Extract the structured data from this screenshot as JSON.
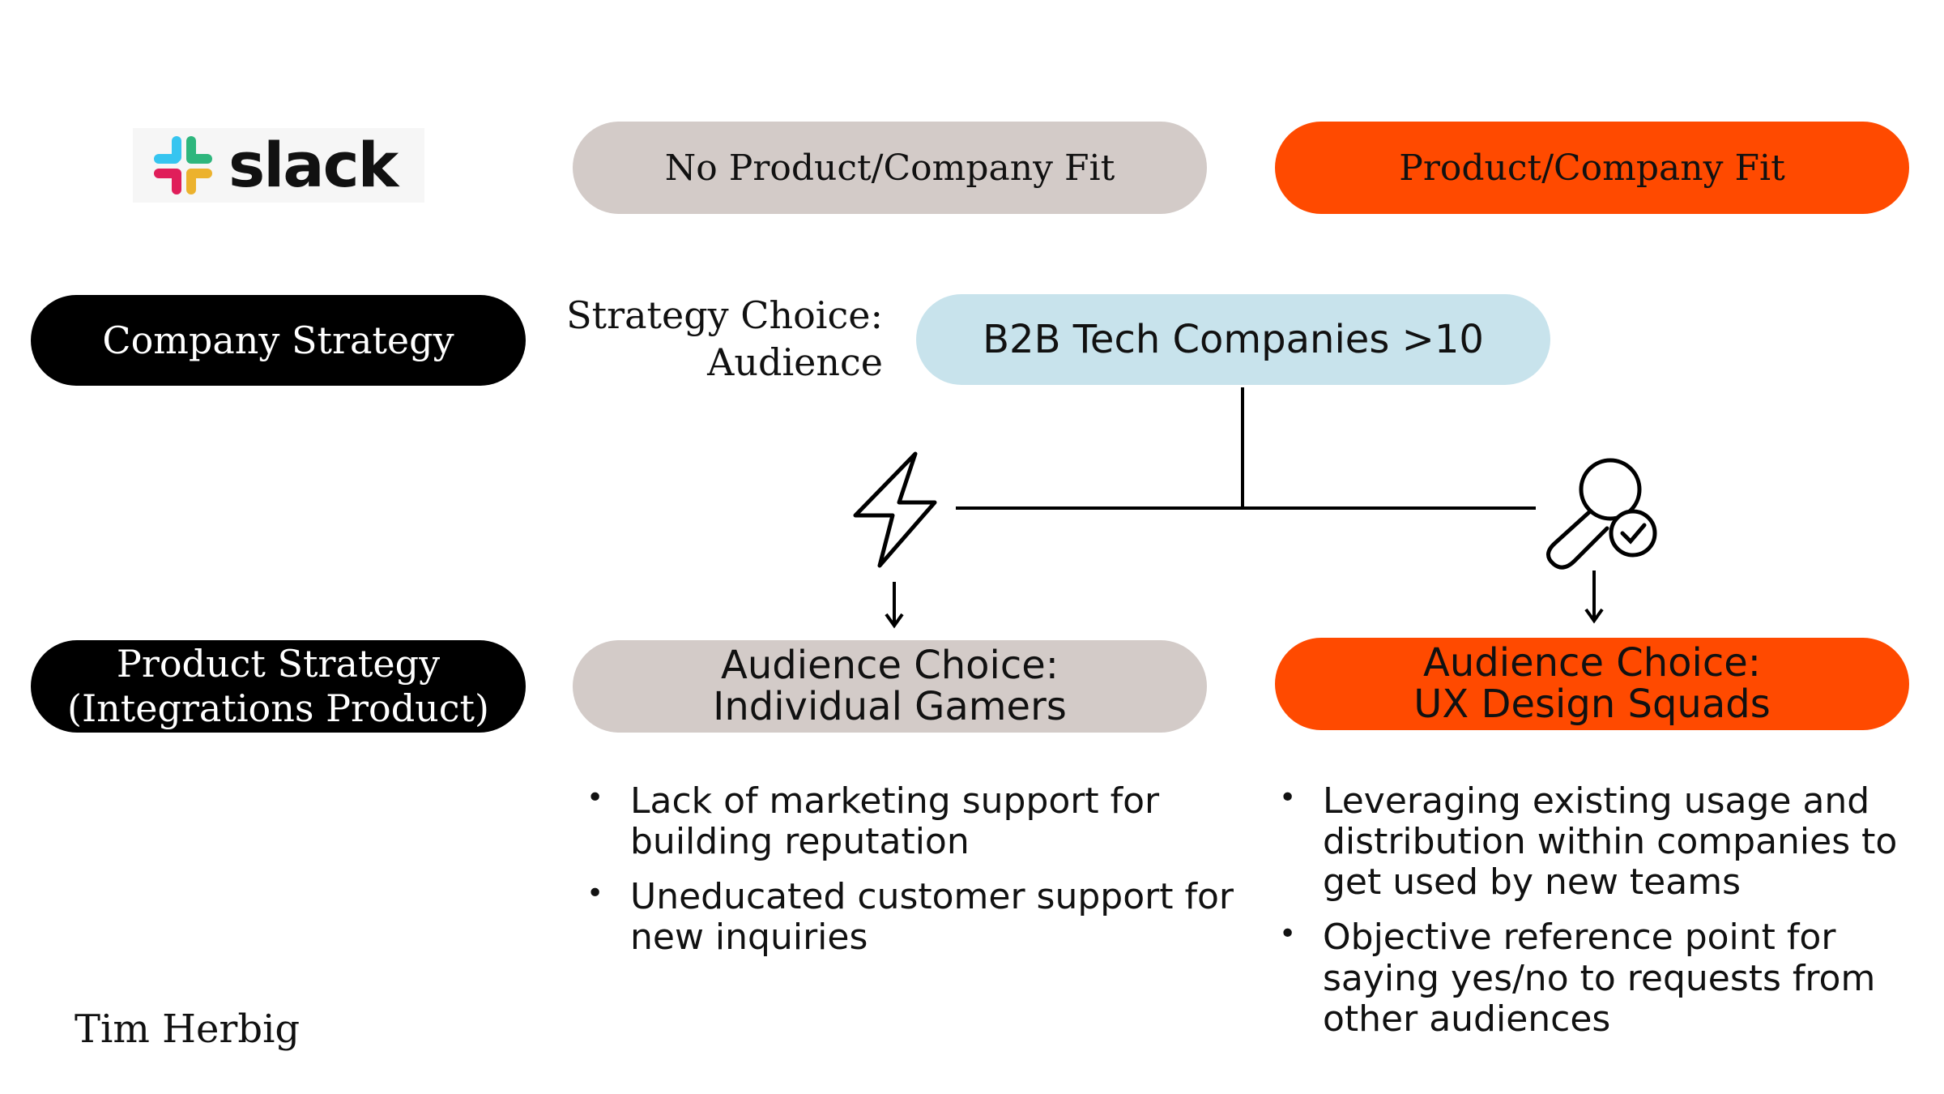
{
  "logo": {
    "wordmark": "slack",
    "colors": {
      "blue": "#36c5f0",
      "green": "#2eb67d",
      "red": "#e01e5a",
      "yellow": "#ecb22e"
    }
  },
  "header": {
    "no_fit": "No Product/Company Fit",
    "fit": "Product/Company Fit"
  },
  "rows": {
    "company_strategy": "Company Strategy",
    "product_strategy": [
      "Product Strategy",
      "(Integrations Product)"
    ]
  },
  "strategy_choice": {
    "label": [
      "Strategy Choice:",
      "Audience"
    ],
    "value": "B2B Tech Companies >10"
  },
  "icons": {
    "left": "lightning-bolt-icon",
    "right": "magnifier-check-icon"
  },
  "audience_choices": {
    "left": {
      "lines": [
        "Audience Choice:",
        "Individual Gamers"
      ]
    },
    "right": {
      "lines": [
        "Audience Choice:",
        "UX Design Squads"
      ]
    }
  },
  "bullets": {
    "left": [
      "Lack of marketing support for building reputation",
      "Uneducated customer support for new inquiries"
    ],
    "right": [
      "Leveraging existing usage and distribution within companies to get used by new teams",
      "Objective reference point for saying yes/no to requests from other audiences"
    ]
  },
  "bullet_glyph": "•",
  "author": "Tim Herbig",
  "palette": {
    "black": "#000000",
    "grey": "#d3cbc8",
    "orange": "#ff4a00",
    "light_blue": "#c8e3ec"
  }
}
